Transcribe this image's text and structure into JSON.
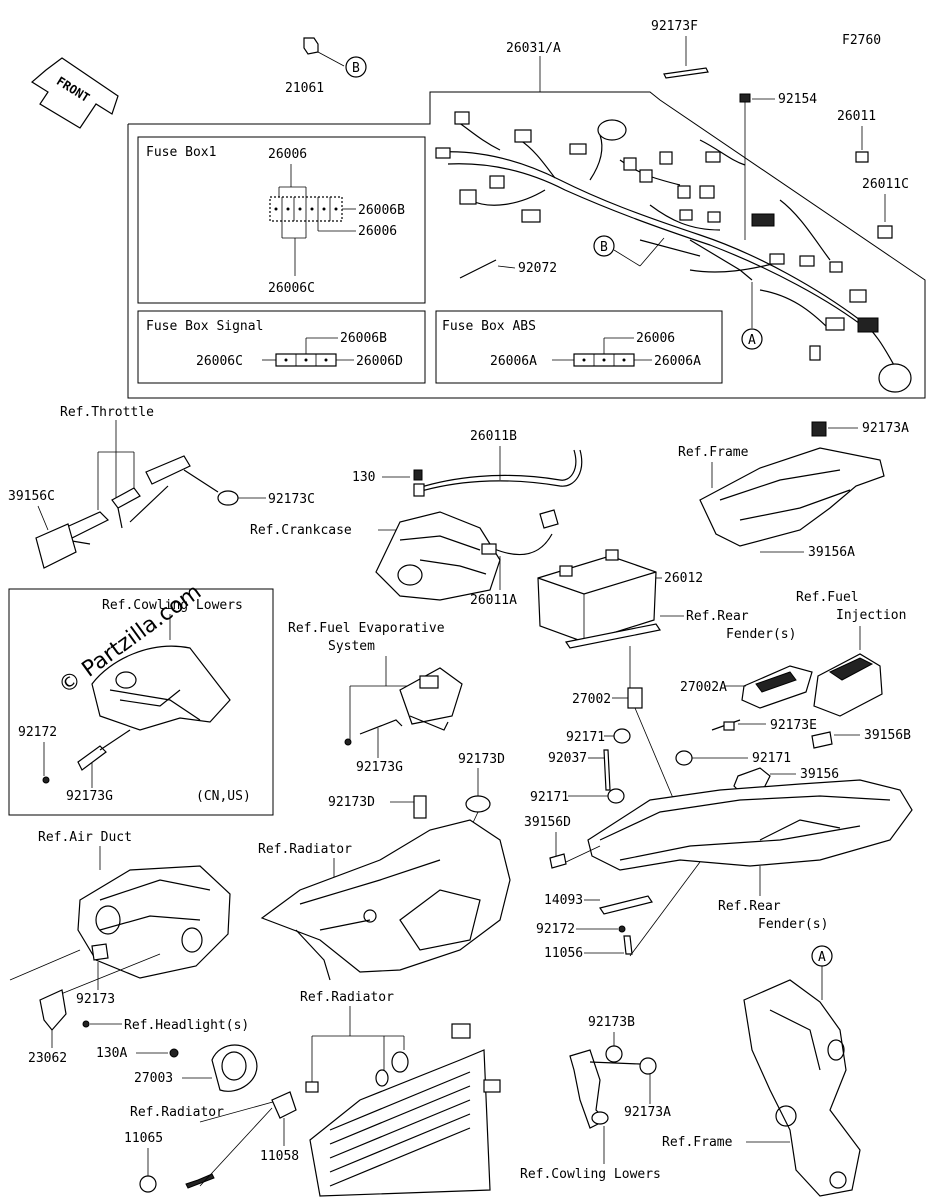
{
  "figure_id": "F2760",
  "front_label": "FRONT",
  "watermark": "© Partzilla.com",
  "boxes": {
    "fuse_box1": "Fuse Box1",
    "fuse_box_signal": "Fuse Box Signal",
    "fuse_box_abs": "Fuse Box ABS",
    "cn_us": "(CN,US)"
  },
  "callouts": {
    "a": "A",
    "b": "B"
  },
  "labels": {
    "l_21061": "21061",
    "l_26031a": "26031/A",
    "l_92173f": "92173F",
    "l_92154": "92154",
    "l_26011": "26011",
    "l_26011c": "26011C",
    "l_92072": "92072",
    "l_26006_top": "26006",
    "l_26006b_top": "26006B",
    "l_26006_mid": "26006",
    "l_26006c_top": "26006C",
    "l_sig_26006b": "26006B",
    "l_sig_26006c": "26006C",
    "l_sig_26006d": "26006D",
    "l_abs_26006": "26006",
    "l_abs_26006a_l": "26006A",
    "l_abs_26006a_r": "26006A",
    "ref_throttle": "Ref.Throttle",
    "l_39156c": "39156C",
    "l_92173c": "92173C",
    "l_26011b": "26011B",
    "l_130": "130",
    "ref_crankcase": "Ref.Crankcase",
    "l_26011a": "26011A",
    "l_26012": "26012",
    "ref_frame_top": "Ref.Frame",
    "l_92173a_top": "92173A",
    "l_39156a": "39156A",
    "ref_rear_fender_top_1": "Ref.Rear",
    "ref_rear_fender_top_2": "Fender(s)",
    "ref_fuel_inj_1": "Ref.Fuel",
    "ref_fuel_inj_2": "Injection",
    "ref_cowling_lowers_box": "Ref.Cowling Lowers",
    "l_92172_box": "92172",
    "l_92173g_box": "92173G",
    "ref_fuel_evap_1": "Ref.Fuel Evaporative",
    "ref_fuel_evap_2": "System",
    "l_92173g": "92173G",
    "l_27002": "27002",
    "l_27002a": "27002A",
    "l_92171_a": "92171",
    "l_92037": "92037",
    "l_92173e": "92173E",
    "l_92171_b": "92171",
    "l_39156b": "39156B",
    "l_39156": "39156",
    "l_92173d_a": "92173D",
    "l_92173d_b": "92173D",
    "l_92171_c": "92171",
    "l_39156d": "39156D",
    "ref_air_duct": "Ref.Air Duct",
    "ref_radiator_top": "Ref.Radiator",
    "l_14093": "14093",
    "l_92172": "92172",
    "l_11056": "11056",
    "ref_rear_fender_bot_1": "Ref.Rear",
    "ref_rear_fender_bot_2": "Fender(s)",
    "l_92173": "92173",
    "ref_headlight": "Ref.Headlight(s)",
    "l_23062": "23062",
    "ref_radiator_mid": "Ref.Radiator",
    "l_130a": "130A",
    "l_27003": "27003",
    "ref_radiator_bot": "Ref.Radiator",
    "l_11065": "11065",
    "l_11058": "11058",
    "l_92173b": "92173B",
    "l_92173a_bot": "92173A",
    "ref_cowling_lowers": "Ref.Cowling Lowers",
    "ref_frame_bot": "Ref.Frame"
  }
}
